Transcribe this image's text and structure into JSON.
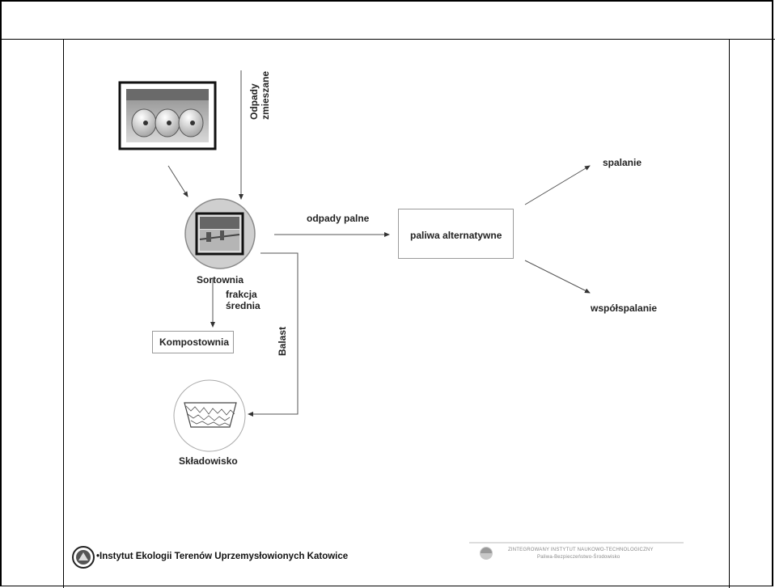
{
  "diagram": {
    "nodes": {
      "mixed_waste": "Odpady\nzmieszane",
      "mixed_waste_line1": "Odpady",
      "mixed_waste_line2": "zmieszane",
      "sorting": "Sortownia",
      "combustible_waste": "odpady palne",
      "alternative_fuels": "paliwa alternatywne",
      "combustion": "spalanie",
      "co_combustion": "współspalanie",
      "medium_fraction_line1": "frakcja",
      "medium_fraction_line2": "średnia",
      "composting": "Kompostownia",
      "ballast": "Balast",
      "landfill": "Składowisko"
    }
  },
  "footer": {
    "institute": "•Instytut Ekologii Terenów Uprzemysłowionych Katowice",
    "partner_line1": "ZINTEGROWANY INSTYTUT NAUKOWO-TECHNOLOGICZNY",
    "partner_line2": "Paliwa-Bezpieczeństwo-Środowisko"
  },
  "colors": {
    "arrow": "#555555",
    "box_border": "#9a9a9a",
    "circle_fill": "#cfcfcf"
  },
  "icons": [
    "bins-photo",
    "sorting-plant-photo",
    "landfill-sketch",
    "institute-emblem-icon",
    "zint-logo-icon"
  ]
}
